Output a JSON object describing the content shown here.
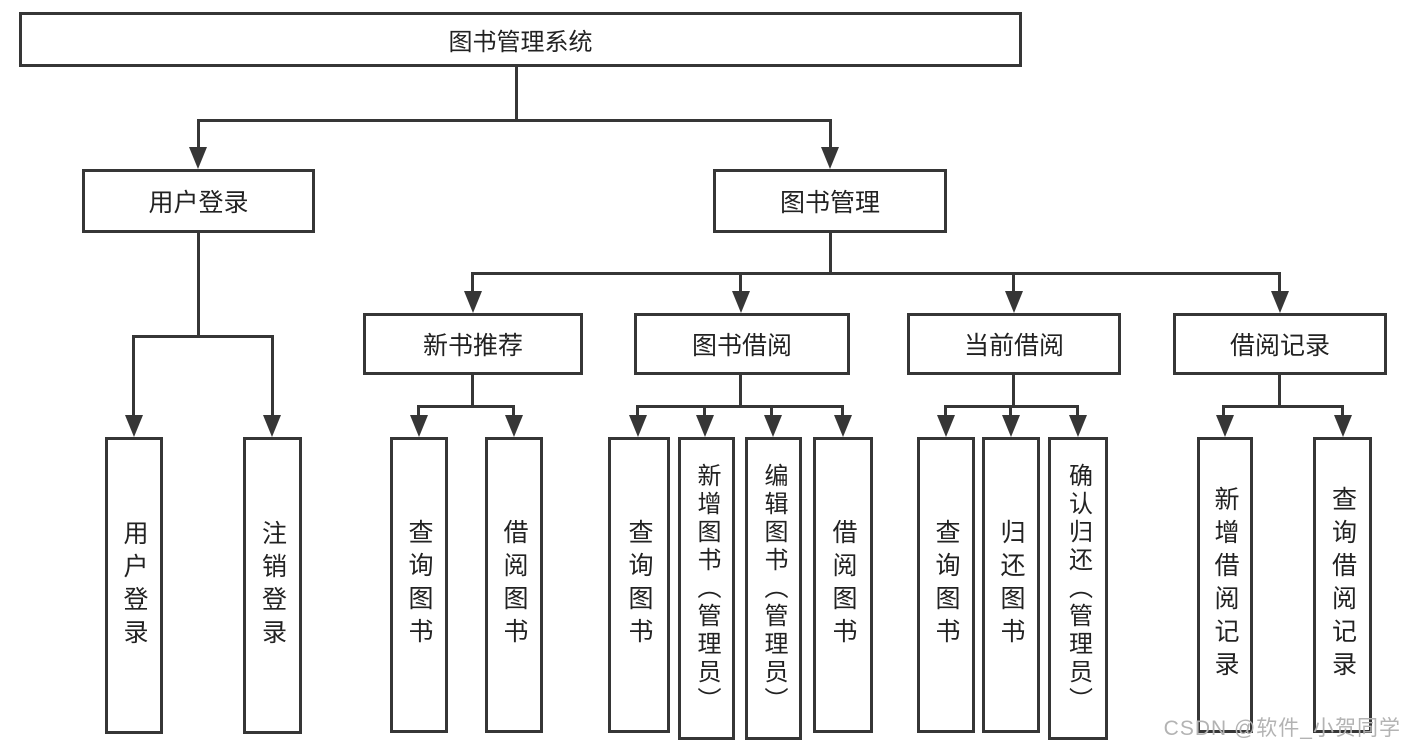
{
  "tree": {
    "label": "图书管理系统",
    "children": [
      {
        "label": "用户登录",
        "children": [
          {
            "label": "用户登录"
          },
          {
            "label": "注销登录"
          }
        ]
      },
      {
        "label": "图书管理",
        "children": [
          {
            "label": "新书推荐",
            "children": [
              {
                "label": "查询图书"
              },
              {
                "label": "借阅图书"
              }
            ]
          },
          {
            "label": "图书借阅",
            "children": [
              {
                "label": "查询图书"
              },
              {
                "label": "新增图书（管理员）"
              },
              {
                "label": "编辑图书（管理员）"
              },
              {
                "label": "借阅图书"
              }
            ]
          },
          {
            "label": "当前借阅",
            "children": [
              {
                "label": "查询图书"
              },
              {
                "label": "归还图书"
              },
              {
                "label": "确认归还（管理员）"
              }
            ]
          },
          {
            "label": "借阅记录",
            "children": [
              {
                "label": "新增借阅记录"
              },
              {
                "label": "查询借阅记录"
              }
            ]
          }
        ]
      }
    ]
  },
  "watermark": "CSDN @软件_小贺同学",
  "colors": {
    "line": "#363636",
    "box_border": "#363636",
    "text": "#222222",
    "watermark": "#b3b3b3",
    "background": "#ffffff"
  }
}
